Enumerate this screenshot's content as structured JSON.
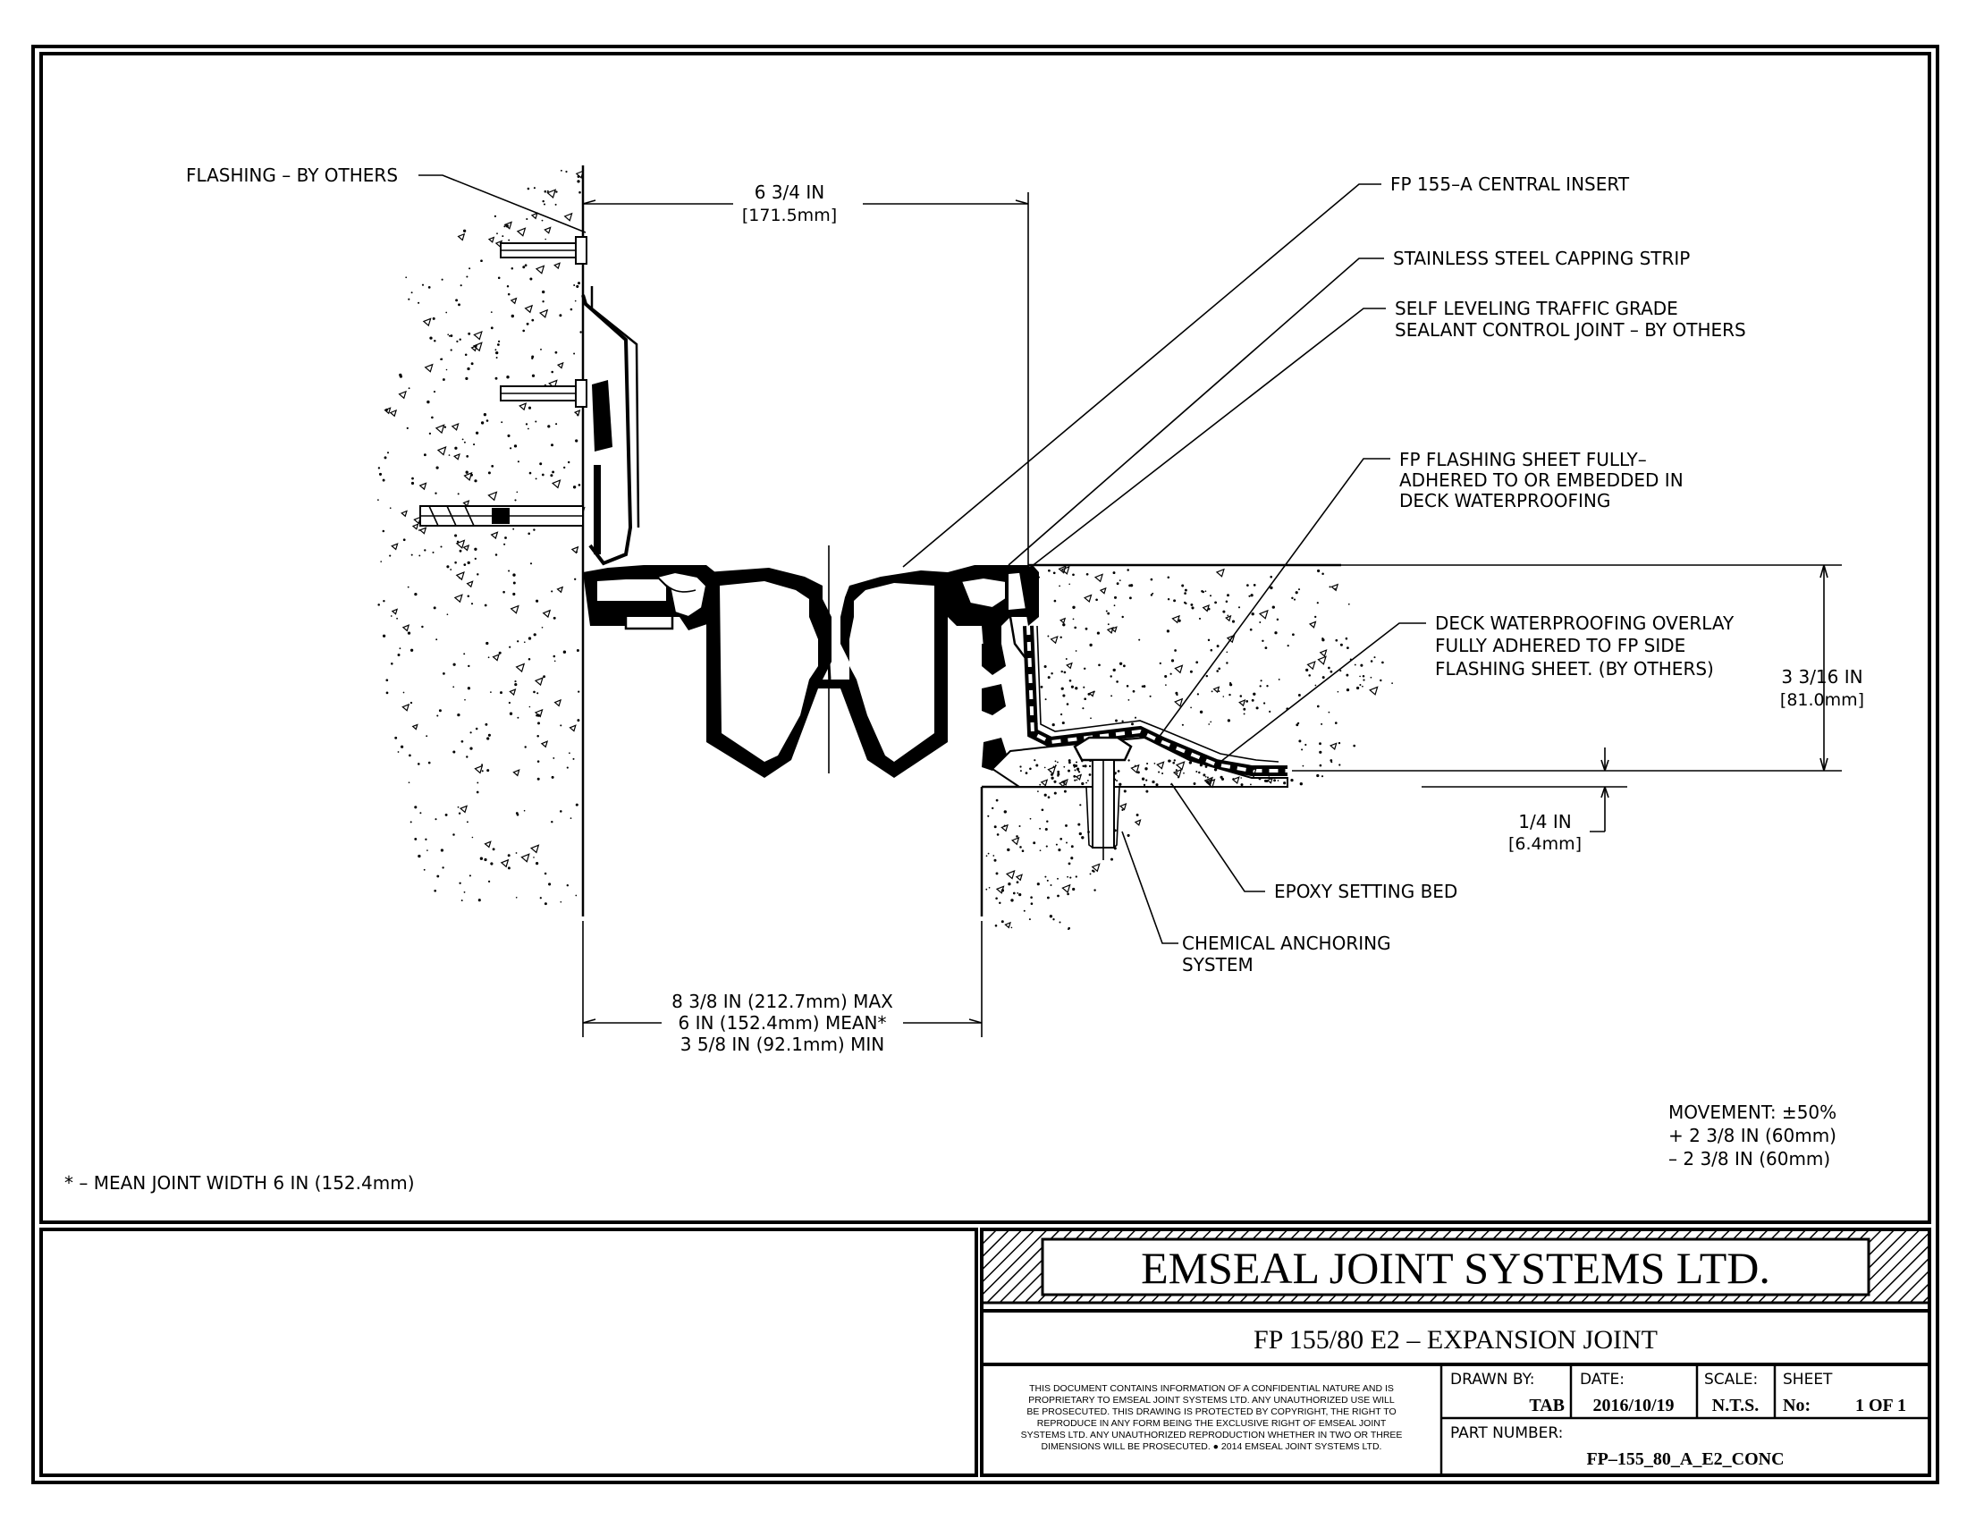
{
  "callouts": {
    "flashing": "FLASHING – BY OTHERS",
    "central_insert": "FP 155–A CENTRAL INSERT",
    "capping_strip": "STAINLESS STEEL CAPPING STRIP",
    "sealant_line1": "SELF LEVELING TRAFFIC GRADE",
    "sealant_line2": "SEALANT CONTROL JOINT – BY OTHERS",
    "fp_sheet_line1": "FP FLASHING SHEET FULLY–",
    "fp_sheet_line2": "ADHERED TO OR EMBEDDED IN",
    "fp_sheet_line3": "DECK WATERPROOFING",
    "overlay_line1": "DECK WATERPROOFING OVERLAY",
    "overlay_line2": "FULLY ADHERED TO FP SIDE",
    "overlay_line3": "FLASHING SHEET. (BY OTHERS)",
    "epoxy": "EPOXY SETTING BED",
    "anchor_line1": "CHEMICAL ANCHORING",
    "anchor_line2": "SYSTEM"
  },
  "dimensions": {
    "top_width": "6 3/4 IN",
    "top_width_metric": "[171.5mm]",
    "height": "3 3/16 IN",
    "height_metric": "[81.0mm]",
    "recess": "1/4 IN",
    "recess_metric": "[6.4mm]",
    "gap_max": "8 3/8 IN (212.7mm) MAX",
    "gap_mean": "6 IN (152.4mm) MEAN*",
    "gap_min": "3 5/8 IN (92.1mm) MIN"
  },
  "notes": {
    "mean_width": "* – MEAN JOINT WIDTH 6 IN (152.4mm)",
    "movement": "MOVEMENT: ±50%",
    "movement_plus": "+ 2 3/8 IN (60mm)",
    "movement_minus": "– 2 3/8 IN (60mm)"
  },
  "title_block": {
    "company": "EMSEAL JOINT SYSTEMS LTD.",
    "drawing_title": "FP 155/80 E2 – EXPANSION JOINT",
    "disclaimer": [
      "THIS DOCUMENT CONTAINS INFORMATION OF A CONFIDENTIAL NATURE AND IS",
      "PROPRIETARY TO EMSEAL JOINT SYSTEMS LTD. ANY UNAUTHORIZED USE WILL",
      "BE PROSECUTED. THIS DRAWING IS PROTECTED BY COPYRIGHT, THE RIGHT TO",
      "REPRODUCE IN ANY FORM BEING THE EXCLUSIVE RIGHT OF EMSEAL JOINT",
      "SYSTEMS LTD. ANY UNAUTHORIZED REPRODUCTION WHETHER IN TWO OR THREE",
      "DIMENSIONS WILL BE PROSECUTED. ● 2014 EMSEAL JOINT SYSTEMS LTD."
    ],
    "drawn_by_label": "DRAWN BY:",
    "drawn_by": "TAB",
    "date_label": "DATE:",
    "date": "2016/10/19",
    "scale_label": "SCALE:",
    "scale": "N.T.S.",
    "sheet_label": "SHEET",
    "sheet_no_label": "No:",
    "sheet_no": "1 OF 1",
    "part_number_label": "PART NUMBER:",
    "part_number": "FP–155_80_A_E2_CONC"
  }
}
